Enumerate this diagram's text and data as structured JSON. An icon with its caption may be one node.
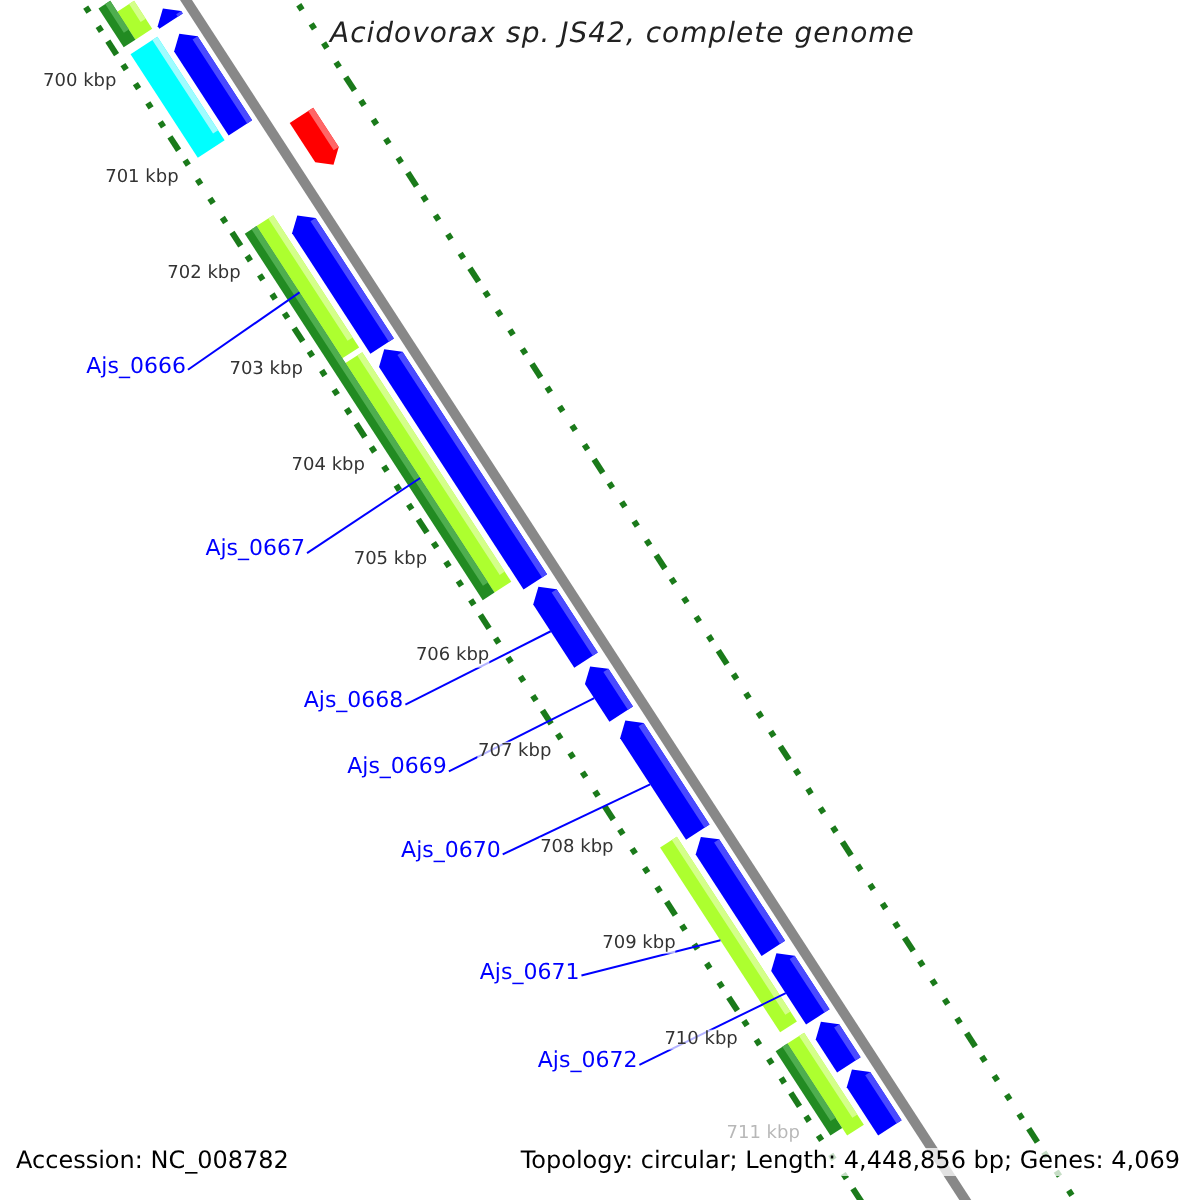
{
  "diagram": {
    "title": "Acidovorax sp. JS42, complete genome",
    "nodes": [
      {
        "text": [
          "Ajs_0666"
        ]
      },
      {
        "text": [
          "Ajs_0667"
        ]
      },
      {
        "text": [
          "Ajs_0668"
        ]
      },
      {
        "text": [
          "Ajs_0669"
        ]
      },
      {
        "text": [
          "Ajs_0670"
        ]
      },
      {
        "text": [
          "Ajs_0671"
        ]
      },
      {
        "text": [
          "Ajs_0672"
        ]
      },
      {
        "text": [],
        "shape": "bar"
      },
      {
        "text": [],
        "shape": "bar"
      },
      {
        "text": [],
        "shape": "arrow"
      },
      {
        "text": [],
        "shape": "arrow"
      },
      {
        "text": [],
        "shape": "arrow"
      },
      {
        "text": [],
        "shape": "bar"
      },
      {
        "text": [],
        "shape": "arrow"
      },
      {
        "text": [],
        "shape": "bar"
      },
      {
        "text": [],
        "shape": "bar"
      },
      {
        "text": [],
        "shape": "arrow"
      },
      {
        "text": [],
        "shape": "bar"
      },
      {
        "text": [],
        "shape": "arrow"
      },
      {
        "text": [],
        "shape": "arrow"
      },
      {
        "text": [],
        "shape": "arrow"
      },
      {
        "text": [],
        "shape": "arrow"
      },
      {
        "text": [],
        "shape": "bar"
      },
      {
        "text": [],
        "shape": "arrow"
      },
      {
        "text": [],
        "shape": "arrow"
      },
      {
        "text": [],
        "shape": "arrow"
      },
      {
        "text": [],
        "shape": "bar"
      },
      {
        "text": [],
        "shape": "bar"
      }
    ],
    "edges": [
      {
        "from": 0,
        "to": 7,
        "arrow": "none"
      },
      {
        "from": 1,
        "to": 8,
        "arrow": "none"
      },
      {
        "from": 2,
        "to": 9,
        "arrow": "none"
      },
      {
        "from": 3,
        "to": 10,
        "arrow": "none"
      },
      {
        "from": 4,
        "to": 11,
        "arrow": "none"
      },
      {
        "from": 5,
        "to": 12,
        "arrow": "none"
      },
      {
        "from": 6,
        "to": 13,
        "arrow": "none"
      }
    ],
    "labels": [
      "700 kbp",
      "701 kbp",
      "702 kbp",
      "703 kbp",
      "704 kbp",
      "705 kbp",
      "706 kbp",
      "707 kbp",
      "708 kbp",
      "709 kbp",
      "710 kbp",
      "711 kbp",
      "Accession: NC_008782",
      "Topology: circular; Length: 4,448,856 bp; Genes: 4,069"
    ]
  }
}
